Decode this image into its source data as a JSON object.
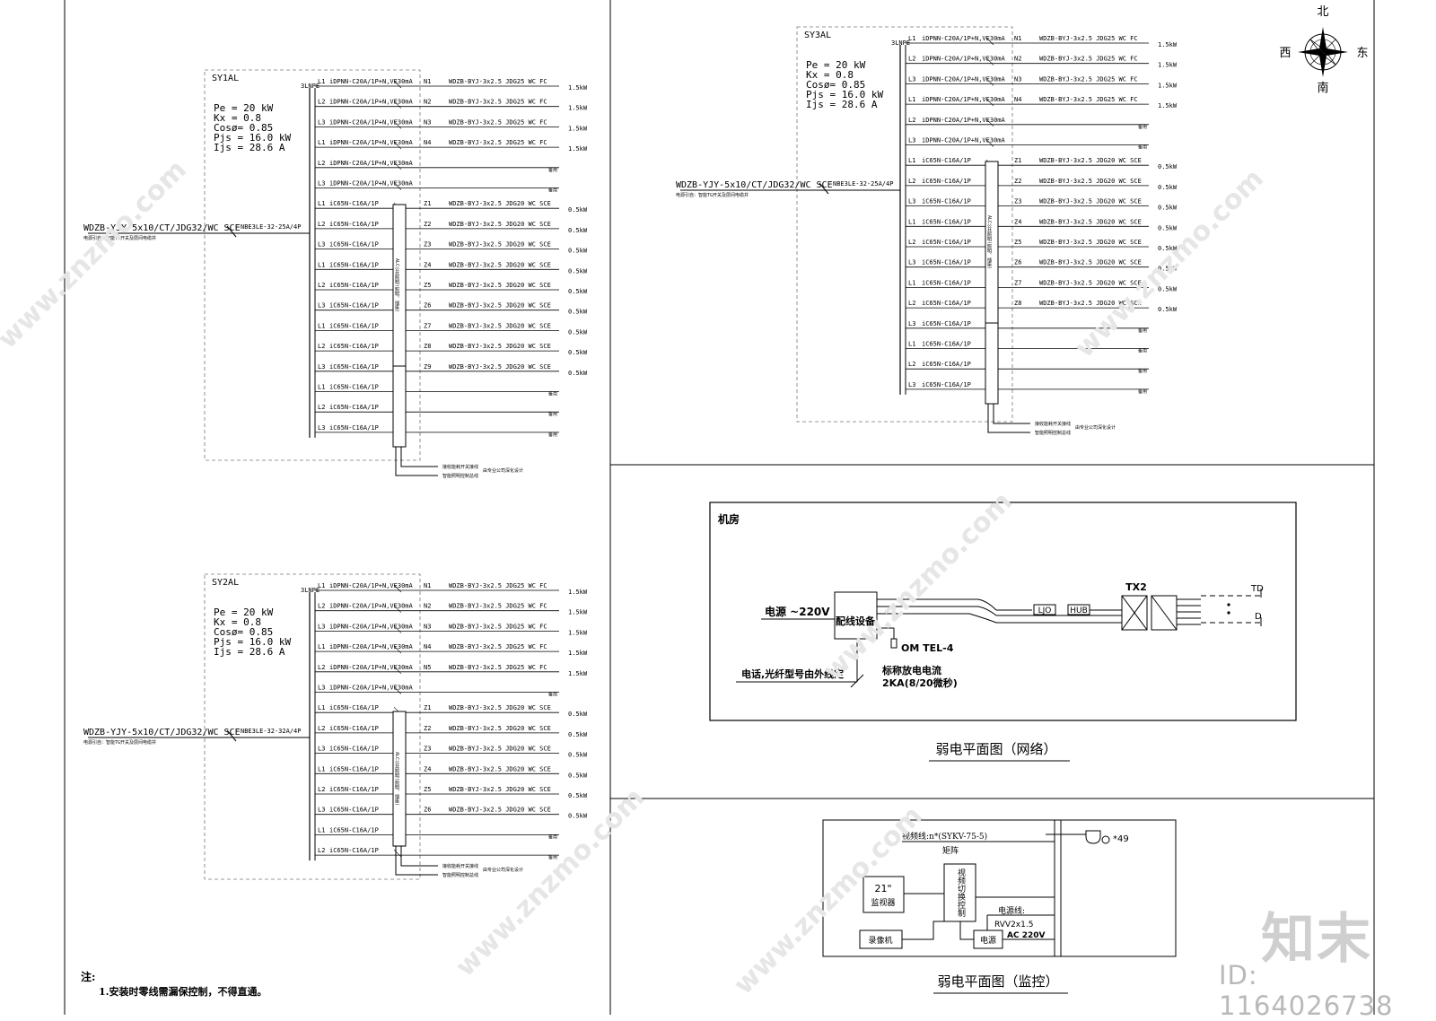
{
  "panels": [
    {
      "id": "SY1AL",
      "name": "SY1AL",
      "params": {
        "pe": "Pe  =   20   kW",
        "kx": "Kx   =  0.8",
        "cos": "Cosø=  0.85",
        "pjs": "Pjs  =  16.0  kW",
        "ijs": "Ijs  =  28.6   A"
      },
      "feeder": "WDZB-YJY-5x10/CT/JDG32/WC SCE",
      "feeder_note": "电源引自：智能TG开关及层间电缆井",
      "main_breaker": "NBE3LE-32-25A/4P",
      "bus": "3LNPE",
      "side_label": "ALC公共照明(照明、插座)",
      "circuits": [
        {
          "phase": "L1",
          "breaker": "iDPNN-C20A/1P+N,VE30mA",
          "id": "N1",
          "cable": "WDZB-BYJ-3x2.5  JDG25  WC  FC",
          "load": "1.5kW"
        },
        {
          "phase": "L2",
          "breaker": "iDPNN-C20A/1P+N,VE30mA",
          "id": "N2",
          "cable": "WDZB-BYJ-3x2.5  JDG25  WC  FC",
          "load": "1.5kW"
        },
        {
          "phase": "L3",
          "breaker": "iDPNN-C20A/1P+N,VE30mA",
          "id": "N3",
          "cable": "WDZB-BYJ-3x2.5  JDG25  WC  FC",
          "load": "1.5kW"
        },
        {
          "phase": "L1",
          "breaker": "iDPNN-C20A/1P+N,VE30mA",
          "id": "N4",
          "cable": "WDZB-BYJ-3x2.5  JDG25  WC  FC",
          "load": "1.5kW"
        },
        {
          "phase": "L2",
          "breaker": "iDPNN-C20A/1P+N,VE30mA",
          "id": "",
          "cable": "",
          "load": ""
        },
        {
          "phase": "L3",
          "breaker": "iDPNN-C20A/1P+N,VE30mA",
          "id": "",
          "cable": "",
          "load": ""
        },
        {
          "phase": "L1",
          "breaker": "iC65N-C16A/1P",
          "id": "Z1",
          "cable": "WDZB-BYJ-3x2.5  JDG20  WC  SCE",
          "load": "0.5kW"
        },
        {
          "phase": "L2",
          "breaker": "iC65N-C16A/1P",
          "id": "Z2",
          "cable": "WDZB-BYJ-3x2.5  JDG20  WC  SCE",
          "load": "0.5kW"
        },
        {
          "phase": "L3",
          "breaker": "iC65N-C16A/1P",
          "id": "Z3",
          "cable": "WDZB-BYJ-3x2.5  JDG20  WC  SCE",
          "load": "0.5kW"
        },
        {
          "phase": "L1",
          "breaker": "iC65N-C16A/1P",
          "id": "Z4",
          "cable": "WDZB-BYJ-3x2.5  JDG20  WC  SCE",
          "load": "0.5kW"
        },
        {
          "phase": "L2",
          "breaker": "iC65N-C16A/1P",
          "id": "Z5",
          "cable": "WDZB-BYJ-3x2.5  JDG20  WC  SCE",
          "load": "0.5kW"
        },
        {
          "phase": "L3",
          "breaker": "iC65N-C16A/1P",
          "id": "Z6",
          "cable": "WDZB-BYJ-3x2.5  JDG20  WC  SCE",
          "load": "0.5kW"
        },
        {
          "phase": "L1",
          "breaker": "iC65N-C16A/1P",
          "id": "Z7",
          "cable": "WDZB-BYJ-3x2.5  JDG20  WC  SCE",
          "load": "0.5kW"
        },
        {
          "phase": "L2",
          "breaker": "iC65N-C16A/1P",
          "id": "Z8",
          "cable": "WDZB-BYJ-3x2.5  JDG20  WC  SCE",
          "load": "0.5kW"
        },
        {
          "phase": "L3",
          "breaker": "iC65N-C16A/1P",
          "id": "Z9",
          "cable": "WDZB-BYJ-3x2.5  JDG20  WC  SCE",
          "load": "0.5kW"
        },
        {
          "phase": "L1",
          "breaker": "iC65N-C16A/1P",
          "id": "",
          "cable": "",
          "load": ""
        },
        {
          "phase": "L2",
          "breaker": "iC65N-C16A/1P",
          "id": "",
          "cable": "",
          "load": ""
        },
        {
          "phase": "L3",
          "breaker": "iC65N-C16A/1P",
          "id": "",
          "cable": "",
          "load": ""
        }
      ],
      "spare": "备用",
      "foot1": "接收能耗开关接线",
      "foot2": "智能照明控制总线",
      "foot3": "由专业公司深化设计"
    },
    {
      "id": "SY2AL",
      "name": "SY2AL",
      "params": {
        "pe": "Pe  =   20   kW",
        "kx": "Kx   =  0.8",
        "cos": "Cosø=  0.85",
        "pjs": "Pjs  =  16.0  kW",
        "ijs": "Ijs  =  28.6   A"
      },
      "feeder": "WDZB-YJY-5x10/CT/JDG32/WC SCE",
      "feeder_note": "电源引自：智能TG开关及层间电缆井",
      "main_breaker": "NBE3LE-32-32A/4P",
      "bus": "3LNPE",
      "side_label": "ALC公共照明(照明、插座)",
      "circuits": [
        {
          "phase": "L1",
          "breaker": "iDPNN-C20A/1P+N,VE30mA",
          "id": "N1",
          "cable": "WDZB-BYJ-3x2.5  JDG25  WC  FC",
          "load": "1.5kW"
        },
        {
          "phase": "L2",
          "breaker": "iDPNN-C20A/1P+N,VE30mA",
          "id": "N2",
          "cable": "WDZB-BYJ-3x2.5  JDG25  WC  FC",
          "load": "1.5kW"
        },
        {
          "phase": "L3",
          "breaker": "iDPNN-C20A/1P+N,VE30mA",
          "id": "N3",
          "cable": "WDZB-BYJ-3x2.5  JDG25  WC  FC",
          "load": "1.5kW"
        },
        {
          "phase": "L1",
          "breaker": "iDPNN-C20A/1P+N,VE30mA",
          "id": "N4",
          "cable": "WDZB-BYJ-3x2.5  JDG25  WC  FC",
          "load": "1.5kW"
        },
        {
          "phase": "L2",
          "breaker": "iDPNN-C20A/1P+N,VE30mA",
          "id": "N5",
          "cable": "WDZB-BYJ-3x2.5  JDG25  WC  FC",
          "load": "1.5kW"
        },
        {
          "phase": "L3",
          "breaker": "iDPNN-C20A/1P+N,VE30mA",
          "id": "",
          "cable": "",
          "load": ""
        },
        {
          "phase": "L1",
          "breaker": "iC65N-C16A/1P",
          "id": "Z1",
          "cable": "WDZB-BYJ-3x2.5  JDG20  WC  SCE",
          "load": "0.5kW"
        },
        {
          "phase": "L2",
          "breaker": "iC65N-C16A/1P",
          "id": "Z2",
          "cable": "WDZB-BYJ-3x2.5  JDG20  WC  SCE",
          "load": "0.5kW"
        },
        {
          "phase": "L3",
          "breaker": "iC65N-C16A/1P",
          "id": "Z3",
          "cable": "WDZB-BYJ-3x2.5  JDG20  WC  SCE",
          "load": "0.5kW"
        },
        {
          "phase": "L1",
          "breaker": "iC65N-C16A/1P",
          "id": "Z4",
          "cable": "WDZB-BYJ-3x2.5  JDG20  WC  SCE",
          "load": "0.5kW"
        },
        {
          "phase": "L2",
          "breaker": "iC65N-C16A/1P",
          "id": "Z5",
          "cable": "WDZB-BYJ-3x2.5  JDG20  WC  SCE",
          "load": "0.5kW"
        },
        {
          "phase": "L3",
          "breaker": "iC65N-C16A/1P",
          "id": "Z6",
          "cable": "WDZB-BYJ-3x2.5  JDG20  WC  SCE",
          "load": "0.5kW"
        },
        {
          "phase": "L1",
          "breaker": "iC65N-C16A/1P",
          "id": "",
          "cable": "",
          "load": ""
        },
        {
          "phase": "L2",
          "breaker": "iC65N-C16A/1P",
          "id": "",
          "cable": "",
          "load": ""
        }
      ],
      "spare": "备用",
      "foot1": "接收能耗开关接线",
      "foot2": "智能照明控制总线",
      "foot3": "由专业公司深化设计"
    },
    {
      "id": "SY3AL",
      "name": "SY3AL",
      "params": {
        "pe": "Pe  =   20   kW",
        "kx": "Kx   =  0.8",
        "cos": "Cosø=  0.85",
        "pjs": "Pjs  =  16.0  kW",
        "ijs": "Ijs  =  28.6   A"
      },
      "feeder": "WDZB-YJY-5x10/CT/JDG32/WC SCE",
      "feeder_note": "电源引自：智能TG开关及层间电缆井",
      "main_breaker": "NBE3LE-32-25A/4P",
      "bus": "3LNPE",
      "side_label": "ALC公共照明(照明、插座)",
      "circuits": [
        {
          "phase": "L1",
          "breaker": "iDPNN-C20A/1P+N,VE30mA",
          "id": "N1",
          "cable": "WDZB-BYJ-3x2.5  JDG25  WC  FC",
          "load": "1.5kW"
        },
        {
          "phase": "L2",
          "breaker": "iDPNN-C20A/1P+N,VE30mA",
          "id": "N2",
          "cable": "WDZB-BYJ-3x2.5  JDG25  WC  FC",
          "load": "1.5kW"
        },
        {
          "phase": "L3",
          "breaker": "iDPNN-C20A/1P+N,VE30mA",
          "id": "N3",
          "cable": "WDZB-BYJ-3x2.5  JDG25  WC  FC",
          "load": "1.5kW"
        },
        {
          "phase": "L1",
          "breaker": "iDPNN-C20A/1P+N,VE30mA",
          "id": "N4",
          "cable": "WDZB-BYJ-3x2.5  JDG25  WC  FC",
          "load": "1.5kW"
        },
        {
          "phase": "L2",
          "breaker": "iDPNN-C20A/1P+N,VE30mA",
          "id": "",
          "cable": "",
          "load": ""
        },
        {
          "phase": "L3",
          "breaker": "iDPNN-C20A/1P+N,VE30mA",
          "id": "",
          "cable": "",
          "load": ""
        },
        {
          "phase": "L1",
          "breaker": "iC65N-C16A/1P",
          "id": "Z1",
          "cable": "WDZB-BYJ-3x2.5  JDG20  WC  SCE",
          "load": "0.5kW"
        },
        {
          "phase": "L2",
          "breaker": "iC65N-C16A/1P",
          "id": "Z2",
          "cable": "WDZB-BYJ-3x2.5  JDG20  WC  SCE",
          "load": "0.5kW"
        },
        {
          "phase": "L3",
          "breaker": "iC65N-C16A/1P",
          "id": "Z3",
          "cable": "WDZB-BYJ-3x2.5  JDG20  WC  SCE",
          "load": "0.5kW"
        },
        {
          "phase": "L1",
          "breaker": "iC65N-C16A/1P",
          "id": "Z4",
          "cable": "WDZB-BYJ-3x2.5  JDG20  WC  SCE",
          "load": "0.5kW"
        },
        {
          "phase": "L2",
          "breaker": "iC65N-C16A/1P",
          "id": "Z5",
          "cable": "WDZB-BYJ-3x2.5  JDG20  WC  SCE",
          "load": "0.5kW"
        },
        {
          "phase": "L3",
          "breaker": "iC65N-C16A/1P",
          "id": "Z6",
          "cable": "WDZB-BYJ-3x2.5  JDG20  WC  SCE",
          "load": "0.5kW"
        },
        {
          "phase": "L1",
          "breaker": "iC65N-C16A/1P",
          "id": "Z7",
          "cable": "WDZB-BYJ-3x2.5  JDG20  WC  SCE",
          "load": "0.5kW"
        },
        {
          "phase": "L2",
          "breaker": "iC65N-C16A/1P",
          "id": "Z8",
          "cable": "WDZB-BYJ-3x2.5  JDG20  WC  SCE",
          "load": "0.5kW"
        },
        {
          "phase": "L3",
          "breaker": "iC65N-C16A/1P",
          "id": "",
          "cable": "",
          "load": ""
        },
        {
          "phase": "L1",
          "breaker": "iC65N-C16A/1P",
          "id": "",
          "cable": "",
          "load": ""
        },
        {
          "phase": "L2",
          "breaker": "iC65N-C16A/1P",
          "id": "",
          "cable": "",
          "load": ""
        },
        {
          "phase": "L3",
          "breaker": "iC65N-C16A/1P",
          "id": "",
          "cable": "",
          "load": ""
        }
      ],
      "spare": "备用",
      "foot1": "接收能耗开关接线",
      "foot2": "智能照明控制总线",
      "foot3": "由专业公司深化设计"
    }
  ],
  "compass": {
    "north": "北",
    "south": "南",
    "east": "东",
    "west": "西"
  },
  "network": {
    "room": "机房",
    "power": "电源  ~220V",
    "equipment": "配线设备",
    "tel": "OM TEL-4",
    "phone_note": "电话,光纤型号由外线定",
    "surge1": "标称放电电流",
    "surge2": "2KA(8/20微秒)",
    "ljo": "LJO",
    "hub": "HUB",
    "tx2": "TX2",
    "td": "TD",
    "d": "D",
    "caption": "弱电平面图（网络）"
  },
  "monitor": {
    "video_line": "视频线:n*(SYKV-75-5)",
    "matrix": "矩阵",
    "switch": "视频切换控制",
    "monitor1": "21\"",
    "monitor2": "监视器",
    "power_line": "电源线:",
    "rvv": "RVV2x1.5",
    "ac": "AC 220V",
    "psu": "电源",
    "recorder": "录像机",
    "cam_count": "*49",
    "caption": "弱电平面图（监控）"
  },
  "note": {
    "title": "注:",
    "item": "1.安装时零线需漏保控制，不得直通。"
  },
  "watermark": {
    "logo": "知末",
    "id": "ID: 1164026738",
    "site": "www.znzmo.com"
  }
}
